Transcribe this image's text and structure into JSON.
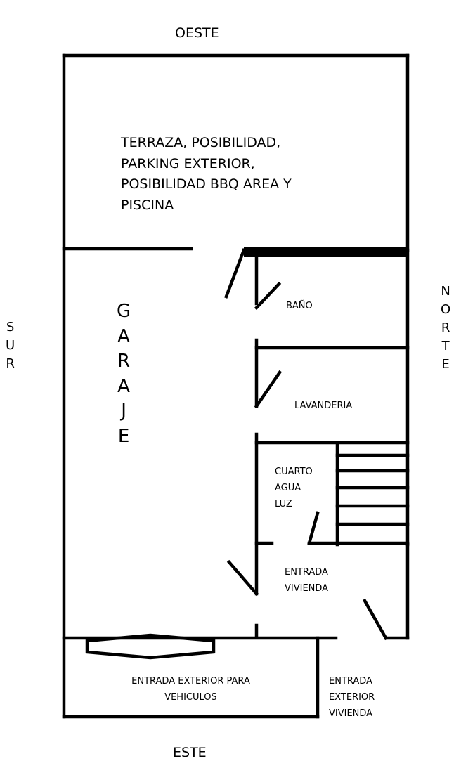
{
  "compass": {
    "west": "OESTE",
    "east": "ESTE",
    "south_letters": [
      "S",
      "U",
      "R"
    ],
    "north_letters": [
      "N",
      "O",
      "R",
      "T",
      "E"
    ]
  },
  "rooms": {
    "terraza_lines": [
      "TERRAZA, POSIBILIDAD,",
      "PARKING EXTERIOR,",
      "POSIBILIDAD BBQ AREA Y",
      "PISCINA"
    ],
    "garaje_letters": [
      "G",
      "A",
      "R",
      "A",
      "J",
      "E"
    ],
    "bano": "BAÑO",
    "lavanderia": "LAVANDERIA",
    "cuarto_lines": [
      "CUARTO",
      "AGUA",
      "LUZ"
    ],
    "entrada_vivienda_lines": [
      "ENTRADA",
      "VIVIENDA"
    ],
    "entrada_vehiculos_lines": [
      "ENTRADA EXTERIOR PARA",
      "VEHICULOS"
    ],
    "entrada_exterior_vivienda_lines": [
      "ENTRADA",
      "EXTERIOR",
      "VIVIENDA"
    ]
  }
}
